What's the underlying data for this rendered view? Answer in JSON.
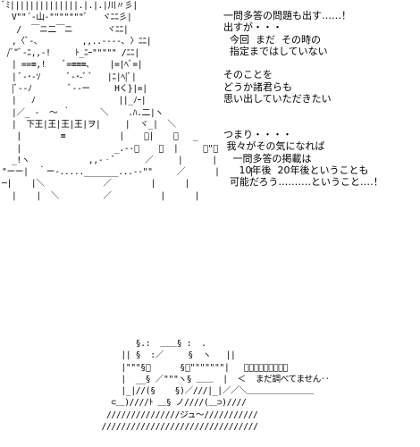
{
  "ascii_art": {
    "upper": "ﾞﾐ||||||||||||||.|.|.|川〃彡|\n  V\"\"´‐山‐\"\"\"\"\"\"\"ﾞ   ヾﾆﾆ彡|\n   /  ￣ニ二￣ニ       ヾﾆﾆ|\n  ,〈ﾞ-､         ,,..-‐‐‐､ 〉ﾆﾆ|\n /ﾞ\"ﾞ-ﾆ,,-!     ﾄ_ﾆｰ\"\"\"\"\" /ﾆﾆ|\n  | ==≡,!    ﾞ=≡≡≡､    |=|ﾍﾞ=|\n  | ﾞ-･-ｿ      ﾞ-･-ﾞ ﾞ   |ﾆ|ﾍ|ﾞ|\n  |ﾞ‐-ﾉ        ﾞ‐-ー     Hく}|=|\n  |   ﾉ                 ||_ﾉｰ|\n  |／_ ‐  ～ ｀      ＼    .ﾊ.二|ヽ\n  |  下王|王|王|王|ヲ|     |  ヾ_|  ＼\n   |        ≡           |    ﾞ|    ＼   _\n   |                   _.-‐ﾞ    ／  |     ﾞ\"ﾞ\n  _!ヽ            ,,-‐ﾞ      ／     |      |\n\"ーー|  ｀ー-....._______...-‐\"\"     ／      |      |\n─|    |＼            ／        |      |\n  |    |  ＼         ／          |      |",
    "lower": "        §.:  ＿＿§ :  .\n     || §  :／     §  ヽ   ||\n     |\"\"\"§ﾞ      §ﾞ\"\"\"\"\"\"\"|   ／￣￣￣￣￣￣￣￣\n     |  __§ ／\"\"\"ヽ§ ＿＿  |  ＜  まだ調べてません‥\n     |_|//(§    §)／///|_|／／＼＿＿＿＿＿＿＿＿\n   ⊂＿)////ﾄ ＿§ ノ////(＿⊃)////\n  ///////////////ジュ～///////////\n ////////////////////////////////"
  },
  "speech_bubble": {
    "line1": "",
    "line2": ""
  },
  "dialogue": [
    "一問多答の問題も出す‥‥‥！",
    "出すが・・・",
    "  今回  まだ  その時の",
    "  指定まではしていない",
    "",
    "そのことを",
    "どうか諸君らも",
    "思い出していただきたい",
    "",
    "",
    "つまり・・・・",
    " 我々がその気になれば",
    "   一問多答の掲載は",
    "     10年後  20年後ということも",
    "  可能だろう‥‥‥‥‥ということ‥‥！"
  ]
}
